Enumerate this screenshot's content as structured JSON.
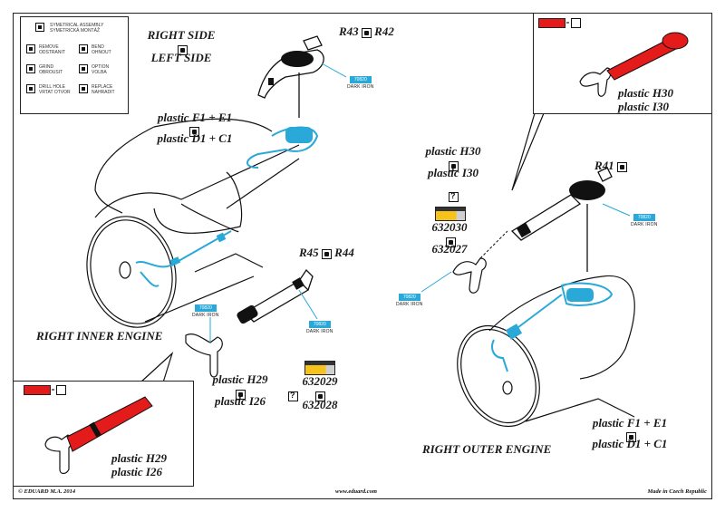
{
  "legend": {
    "title_line1": "SYMETRICAL ASSEMBLY",
    "title_line2": "SYMETRICKÁ MONTÁŽ",
    "items": [
      {
        "icon": "remove-icon",
        "line1": "REMOVE",
        "line2": "ODSTRANIT"
      },
      {
        "icon": "bend-icon",
        "line1": "BEND",
        "line2": "OHNOUT"
      },
      {
        "icon": "grind-icon",
        "line1": "GRIND",
        "line2": "OBROUSIT"
      },
      {
        "icon": "option-icon",
        "line1": "OPTION",
        "line2": "VOLBA"
      },
      {
        "icon": "drill-hole-icon",
        "line1": "DRILL HOLE",
        "line2": "VRTAT OTVOR"
      },
      {
        "icon": "replace-icon",
        "line1": "REPLACE",
        "line2": "NAHRADIT"
      }
    ]
  },
  "side_labels": {
    "right": "RIGHT SIDE",
    "left": "LEFT SIDE"
  },
  "parts": {
    "r43_r42": {
      "a": "R43",
      "b": "R42"
    },
    "r45_r44": {
      "a": "R45",
      "b": "R44"
    },
    "r41": {
      "a": "R41"
    }
  },
  "plastic_labels": {
    "inner_top_a": "plastic F1 + E1",
    "inner_top_b": "plastic D1 + C1",
    "h30_mid_a": "plastic H30",
    "h30_mid_b": "plastic I30",
    "h29_mid_a": "plastic H29",
    "h29_mid_b": "plastic I26",
    "outer_bottom_a": "plastic F1 + E1",
    "outer_bottom_b": "plastic D1 + C1",
    "callout_top_a": "plastic H30",
    "callout_top_b": "plastic I30",
    "callout_bottom_a": "plastic H29",
    "callout_bottom_b": "plastic I26"
  },
  "product_codes": {
    "upper_a": "632030",
    "upper_b": "632027",
    "lower_a": "632029",
    "lower_b": "632028"
  },
  "color_tags": {
    "chip_label": "70820",
    "name": "DARK IRON",
    "chip_color": "#2aa8d8"
  },
  "engine_titles": {
    "inner": "RIGHT INNER ENGINE",
    "outer": "RIGHT OUTER ENGINE"
  },
  "colors": {
    "highlight_blue": "#2aa8d8",
    "paint_red": "#e41b1b",
    "paint_yellow": "#f7c21a"
  },
  "footer": {
    "copyright": "© EDUARD M.A. 2014",
    "url": "www.eduard.com",
    "made_in": "Made in Czech Republic"
  }
}
